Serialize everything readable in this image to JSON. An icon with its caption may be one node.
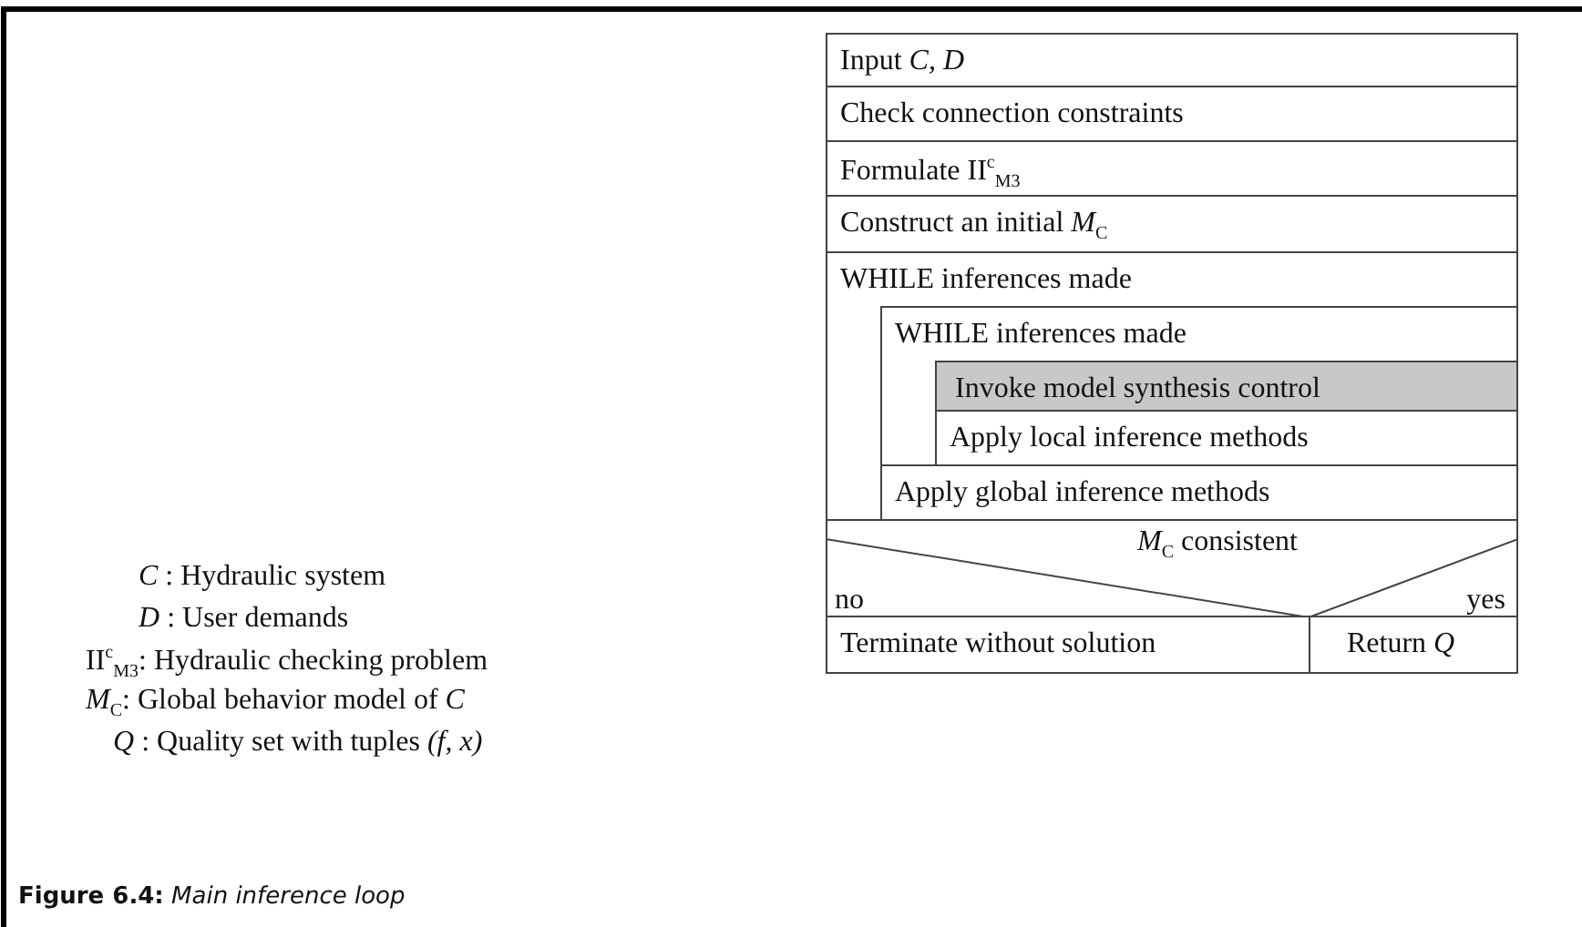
{
  "diagram": {
    "caption": "**Figure 6.4:** *Main inference loop*",
    "nodes": [
      {
        "text": [
          "Input  *C, D*"
        ]
      },
      {
        "text": [
          "Check connection constraints"
        ]
      },
      {
        "text": [
          "Formulate  II$^{c}$$_{M3}$"
        ]
      },
      {
        "text": [
          "Construct an initial  *M*$_{C}$"
        ]
      },
      {
        "text": [
          "WHILE  inferences made"
        ]
      },
      {
        "text": [
          "WHILE  inferences made"
        ],
        "in": 4
      },
      {
        "text": [
          "Invoke model synthesis control"
        ],
        "in": 5
      },
      {
        "text": [
          "Apply local inference methods"
        ],
        "in": 5
      },
      {
        "text": [
          "Apply global inference methods"
        ],
        "in": 4
      },
      {
        "text": [
          "*M*$_{C}$ consistent",
          "no",
          "yes"
        ]
      },
      {
        "text": [
          "Terminate without solution"
        ]
      },
      {
        "text": [
          "Return  *Q*"
        ]
      }
    ],
    "edges": [],
    "labels": [
      "*C* : Hydraulic system",
      "*D* : User demands",
      "II$^{c}$$_{M3}$: Hydraulic checking problem",
      "*M*$_{C}$: Global behavior model of  *C*",
      "*Q* : Quality set with tuples  *(f, x)*"
    ]
  }
}
